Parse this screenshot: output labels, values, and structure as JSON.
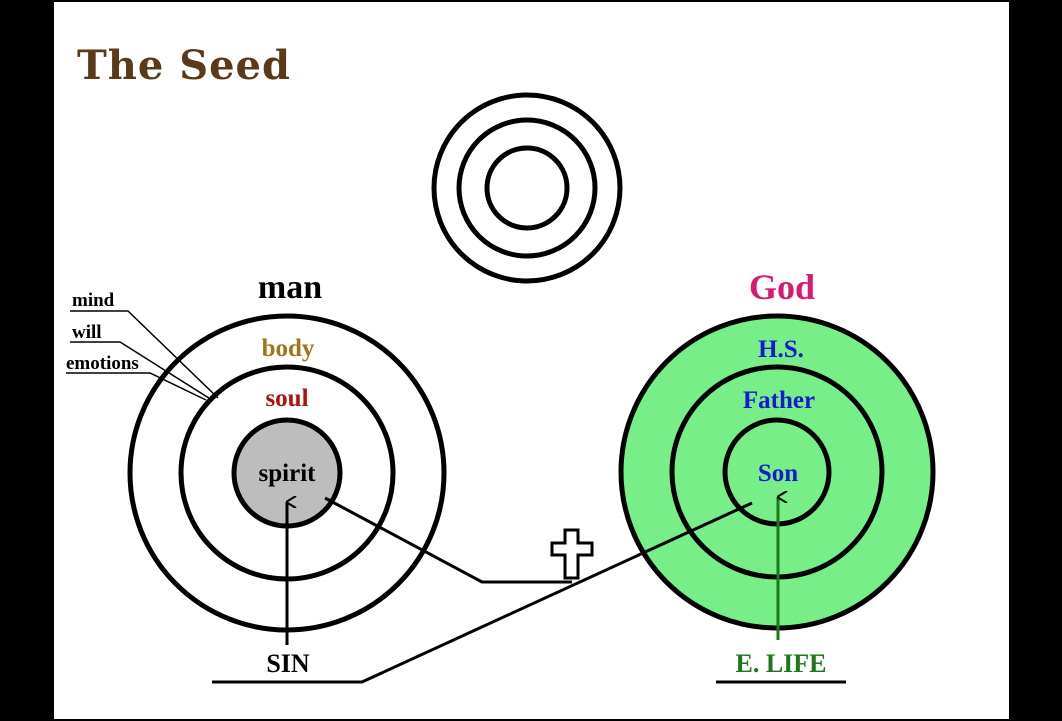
{
  "title": "The Seed",
  "man": {
    "heading": "man",
    "body": "body",
    "soul": "soul",
    "spirit": "spirit",
    "callouts": [
      "mind",
      "will",
      "emotions"
    ],
    "bottom_label": "SIN"
  },
  "god": {
    "heading": "God",
    "outer": "H.S.",
    "middle": "Father",
    "inner": "Son",
    "bottom_label": "E. LIFE"
  },
  "cross_icon": "cross-icon",
  "colors": {
    "title": "#5b3a1c",
    "god_heading": "#d81b72",
    "body_label": "#a0741a",
    "soul_label": "#b01010",
    "god_labels": "#1a1acc",
    "elife": "#1a7a1a",
    "green_fill": "#77ee88",
    "spirit_fill": "#bdbdbd"
  }
}
